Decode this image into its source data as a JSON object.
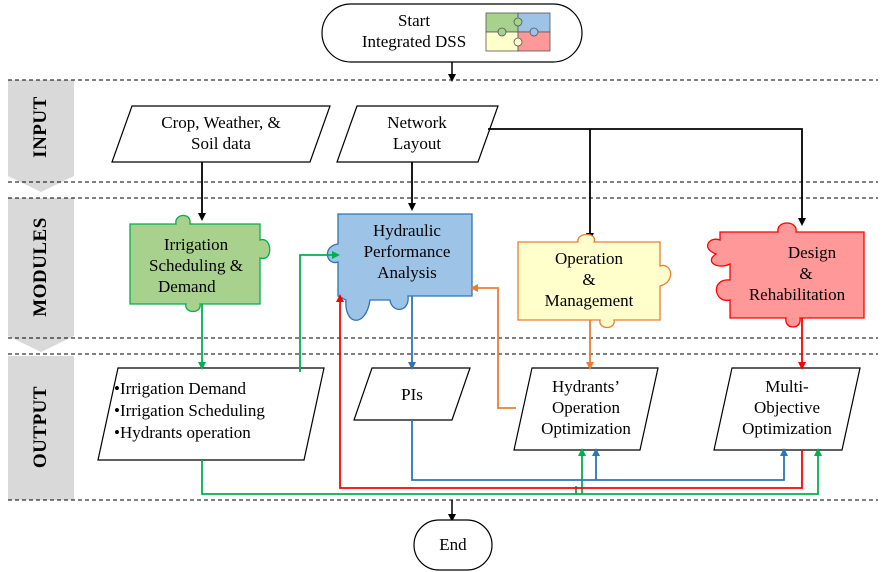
{
  "start": {
    "line1": "Start",
    "line2": "Integrated DSS"
  },
  "end": {
    "label": "End"
  },
  "sections": {
    "input": "INPUT",
    "modules": "MODULES",
    "output": "OUTPUT"
  },
  "inputs": {
    "crop": {
      "line1": "Crop, Weather, &",
      "line2": "Soil data"
    },
    "network": {
      "line1": "Network",
      "line2": "Layout"
    }
  },
  "modules": {
    "irrigation": {
      "line1": "Irrigation",
      "line2": "Scheduling &",
      "line3": "Demand"
    },
    "hydraulic": {
      "line1": "Hydraulic",
      "line2": "Performance",
      "line3": "Analysis"
    },
    "operation": {
      "line1": "Operation",
      "line2": "&",
      "line3": "Management"
    },
    "design": {
      "line1": "Design",
      "line2": "&",
      "line3": "Rehabilitation"
    }
  },
  "outputs": {
    "irrigation_items": [
      "•Irrigation Demand",
      "•Irrigation Scheduling",
      "•Hydrants operation"
    ],
    "pis": "PIs",
    "hydrants": {
      "line1": "Hydrants’",
      "line2": "Operation",
      "line3": "Optimization"
    },
    "multi": {
      "line1": "Multi-",
      "line2": "Objective",
      "line3": "Optimization"
    }
  },
  "colors": {
    "green": "#00b050",
    "blue": "#2e75b6",
    "orange": "#ed7d31",
    "red": "#ff0000",
    "green_fill": "#a9d18e",
    "blue_fill": "#9dc3e6",
    "yellow_fill": "#ffffcc",
    "red_fill": "#ff9999",
    "band_fill": "#d9d9d9"
  }
}
